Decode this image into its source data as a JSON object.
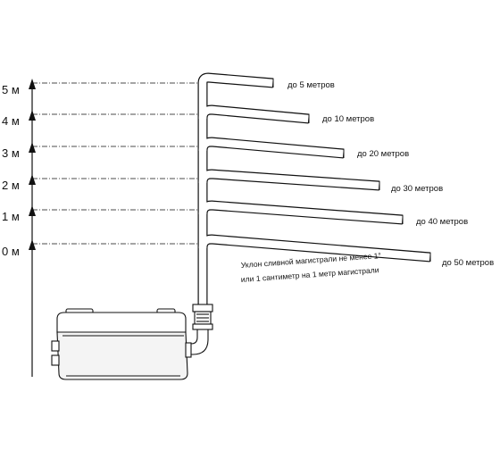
{
  "levels": [
    "0 м",
    "1 м",
    "2 м",
    "3 м",
    "4 м",
    "5 м"
  ],
  "distances": [
    "до 5 метров",
    "до 10 метров",
    "до 20 метров",
    "до 30 метров",
    "до 40 метров",
    "до 50 метров"
  ],
  "note": {
    "line1": "Уклон сливной магистрали не менее 1°",
    "line2": "или 1 сантиметр на 1 метр магистрали"
  },
  "colors": {
    "ink": "#111111",
    "pipe_fill": "#ffffff",
    "pump_fill": "#f4f4f4"
  },
  "icons": {
    "pump": "drain-pump-icon",
    "arrow": "arrow-up-icon"
  }
}
